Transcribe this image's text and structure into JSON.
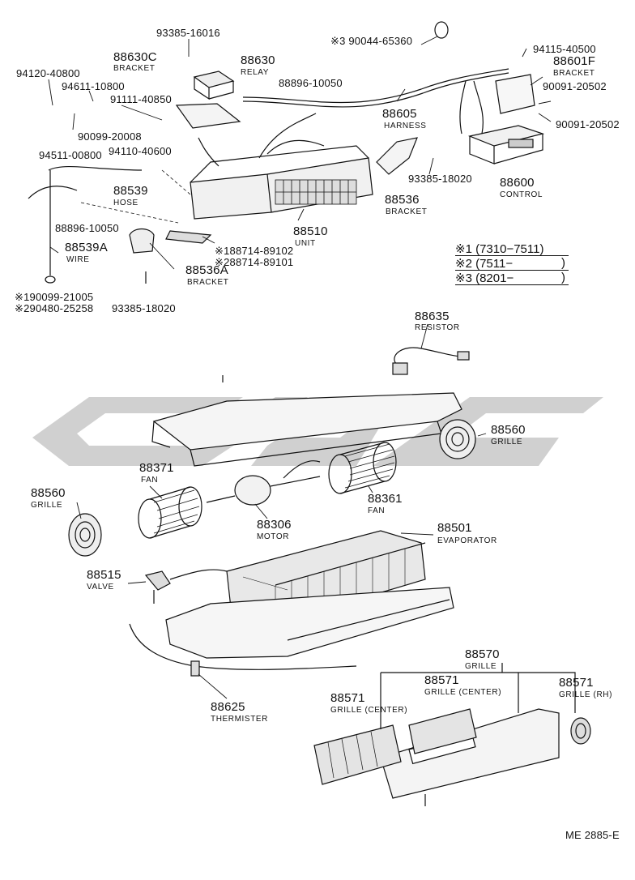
{
  "watermark": {
    "color": "#c8c8c8"
  },
  "parts": {
    "p93385_16016": "93385-16016",
    "p88630C": "88630C",
    "p88630C_name": "BRACKET",
    "p88630": "88630",
    "p88630_name": "RELAY",
    "p94120_40800": "94120-40800",
    "p94611_10800": "94611-10800",
    "p91111_40850": "91111-40850",
    "p90099_20008": "90099-20008",
    "p94511_00800": "94511-00800",
    "p94110_40600": "94110-40600",
    "p88896_10050_a": "88896-10050",
    "p3_90044_65360": "※3 90044-65360",
    "p94115_40500": "94115-40500",
    "p88601F": "88601F",
    "p88601F_name": "BRACKET",
    "p90091_20502_a": "90091-20502",
    "p90091_20502_b": "90091-20502",
    "p88605": "88605",
    "p88605_name": "HARNESS",
    "p88600": "88600",
    "p88600_name": "CONTROL",
    "p93385_18020_a": "93385-18020",
    "p88536": "88536",
    "p88536_name": "BRACKET",
    "p88539": "88539",
    "p88539_name": "HOSE",
    "p88896_10050_b": "88896-10050",
    "p88510": "88510",
    "p88510_name": "UNIT",
    "p88539A": "88539A",
    "p88539A_name": "WIRE",
    "p1_88714_89102": "※188714-89102",
    "p2_88714_89101": "※288714-89101",
    "p88536A": "88536A",
    "p88536A_name": "BRACKET",
    "p1_90099_21005": "※190099-21005",
    "p2_90480_25258": "※290480-25258",
    "p93385_18020_b": "93385-18020",
    "p88635": "88635",
    "p88635_name": "RESISTOR",
    "p88560_a": "88560",
    "p88560_a_name": "GRILLE",
    "p88371": "88371",
    "p88371_name": "FAN",
    "p88560_b": "88560",
    "p88560_b_name": "GRILLE",
    "p88361": "88361",
    "p88361_name": "FAN",
    "p88306": "88306",
    "p88306_name": "MOTOR",
    "p88501": "88501",
    "p88501_name": "EVAPORATOR",
    "p88515": "88515",
    "p88515_name": "VALVE",
    "p88570": "88570",
    "p88570_name": "GRILLE",
    "p88571_a": "88571",
    "p88571_a_name": "GRILLE (CENTER)",
    "p88571_b": "88571",
    "p88571_b_name": "GRILLE (RH)",
    "p88571_c": "88571",
    "p88571_c_name": "GRILLE (CENTER)",
    "p88625": "88625",
    "p88625_name": "THERMISTER"
  },
  "legend": {
    "row1": "※1 (7310−7511)",
    "row2": "※2 (7511−",
    "row3": "※3 (8201−",
    "close": ")"
  },
  "footer": {
    "code": "ME 2885-E"
  }
}
